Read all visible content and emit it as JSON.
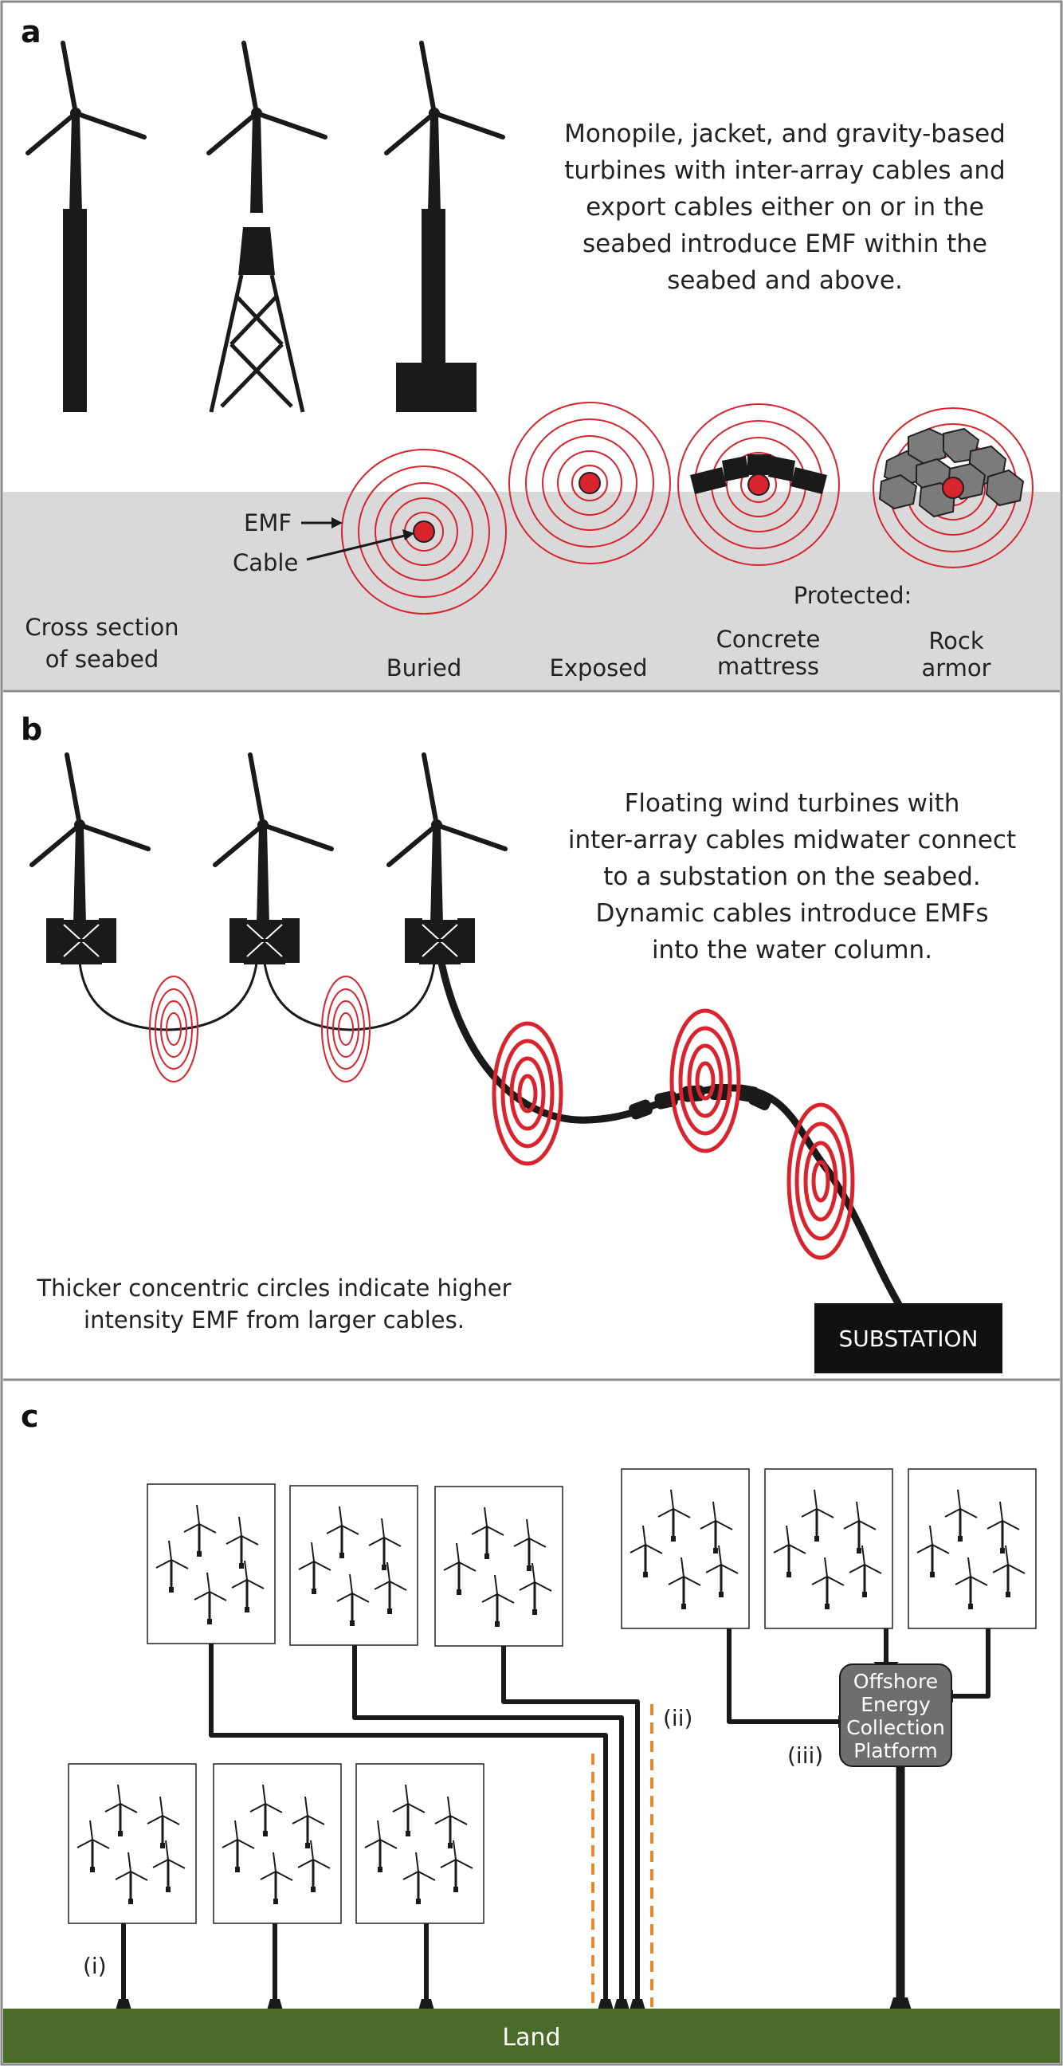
{
  "panel_a": {
    "label": "a",
    "description": [
      "Monopile, jacket, and gravity-based",
      "turbines with inter-array cables and",
      "export cables either on or in the",
      "seabed introduce EMF within the",
      "seabed and above."
    ],
    "emf_label": "EMF",
    "cable_label": "Cable",
    "cross_section": [
      "Cross section",
      "of seabed"
    ],
    "protected_label": "Protected:",
    "types": {
      "buried": [
        "Buried"
      ],
      "exposed": [
        "Exposed"
      ],
      "concrete": [
        "Concrete",
        "mattress"
      ],
      "rock": [
        "Rock",
        "armor"
      ]
    }
  },
  "panel_b": {
    "label": "b",
    "description": [
      "Floating wind turbines with",
      "inter-array cables midwater connect",
      "to a substation on the seabed.",
      "Dynamic cables introduce EMFs",
      "into the water column."
    ],
    "note": [
      "Thicker concentric circles indicate higher",
      "intensity EMF from larger cables."
    ],
    "substation": "SUBSTATION"
  },
  "panel_c": {
    "label": "c",
    "marker_i": "(i)",
    "marker_ii": "(ii)",
    "marker_iii": "(iii)",
    "platform": [
      "Offshore",
      "Energy",
      "Collection",
      "Platform"
    ],
    "land": "Land"
  },
  "colors": {
    "emf_red": "#d9232d",
    "seabed_gray": "#d9d9d9",
    "land_green": "#4a6b2a",
    "dashed_orange": "#e8892b",
    "platform_gray": "#6e6e6e",
    "frame": "#8a8a8a"
  }
}
